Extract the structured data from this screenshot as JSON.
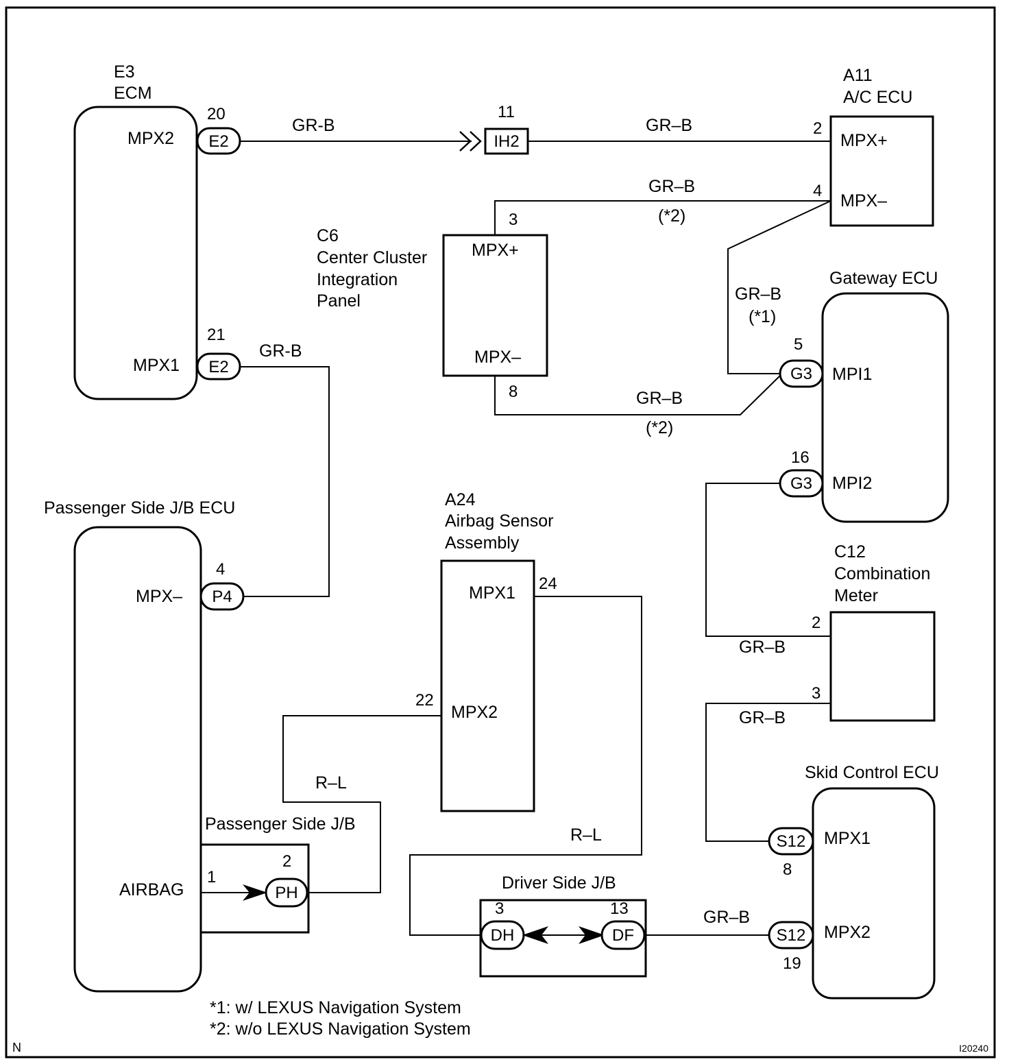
{
  "ecm": {
    "code": "E3",
    "name": "ECM",
    "mpx2": "MPX2",
    "mpx1": "MPX1",
    "pin20": "20",
    "pin21": "21",
    "conn": "E2"
  },
  "ac_ecu": {
    "code": "A11",
    "name": "A/C ECU",
    "mpxp": "MPX+",
    "mpxm": "MPX–",
    "pin2": "2",
    "pin4": "4"
  },
  "junction": {
    "pin": "11",
    "conn": "IH2"
  },
  "center_cluster": {
    "code": "C6",
    "name1": "Center Cluster",
    "name2": "Integration",
    "name3": "Panel",
    "mpxp": "MPX+",
    "mpxm": "MPX–",
    "pin3": "3",
    "pin8": "8"
  },
  "gateway": {
    "name": "Gateway ECU",
    "mpi1": "MPI1",
    "mpi2": "MPI2",
    "pin5": "5",
    "pin16": "16",
    "conn": "G3"
  },
  "passenger_jb_ecu": {
    "name": "Passenger Side J/B ECU",
    "mpxm": "MPX–",
    "airbag": "AIRBAG",
    "pin4": "4",
    "conn": "P4"
  },
  "passenger_jb": {
    "name": "Passenger Side J/B",
    "pin1": "1",
    "pin2": "2",
    "conn": "PH"
  },
  "airbag_sensor": {
    "code": "A24",
    "name1": "Airbag Sensor",
    "name2": "Assembly",
    "mpx1": "MPX1",
    "mpx2": "MPX2",
    "pin24": "24",
    "pin22": "22"
  },
  "combination_meter": {
    "code": "C12",
    "name1": "Combination",
    "name2": "Meter",
    "pin2": "2",
    "pin3": "3"
  },
  "skid_control": {
    "name": "Skid Control ECU",
    "mpx1": "MPX1",
    "mpx2": "MPX2",
    "pin8": "8",
    "pin19": "19",
    "conn": "S12"
  },
  "driver_jb": {
    "name": "Driver Side J/B",
    "pin3": "3",
    "pin13": "13",
    "conn_dh": "DH",
    "conn_df": "DF"
  },
  "wires": {
    "grb": "GR–B",
    "grb_alt": "GR-B",
    "rl": "R–L",
    "note1": "(*1)",
    "note2": "(*2)"
  },
  "footnotes": {
    "n1": "*1: w/ LEXUS Navigation System",
    "n2": "*2: w/o LEXUS Navigation System"
  },
  "corner": {
    "left": "N",
    "right": "I20240"
  }
}
